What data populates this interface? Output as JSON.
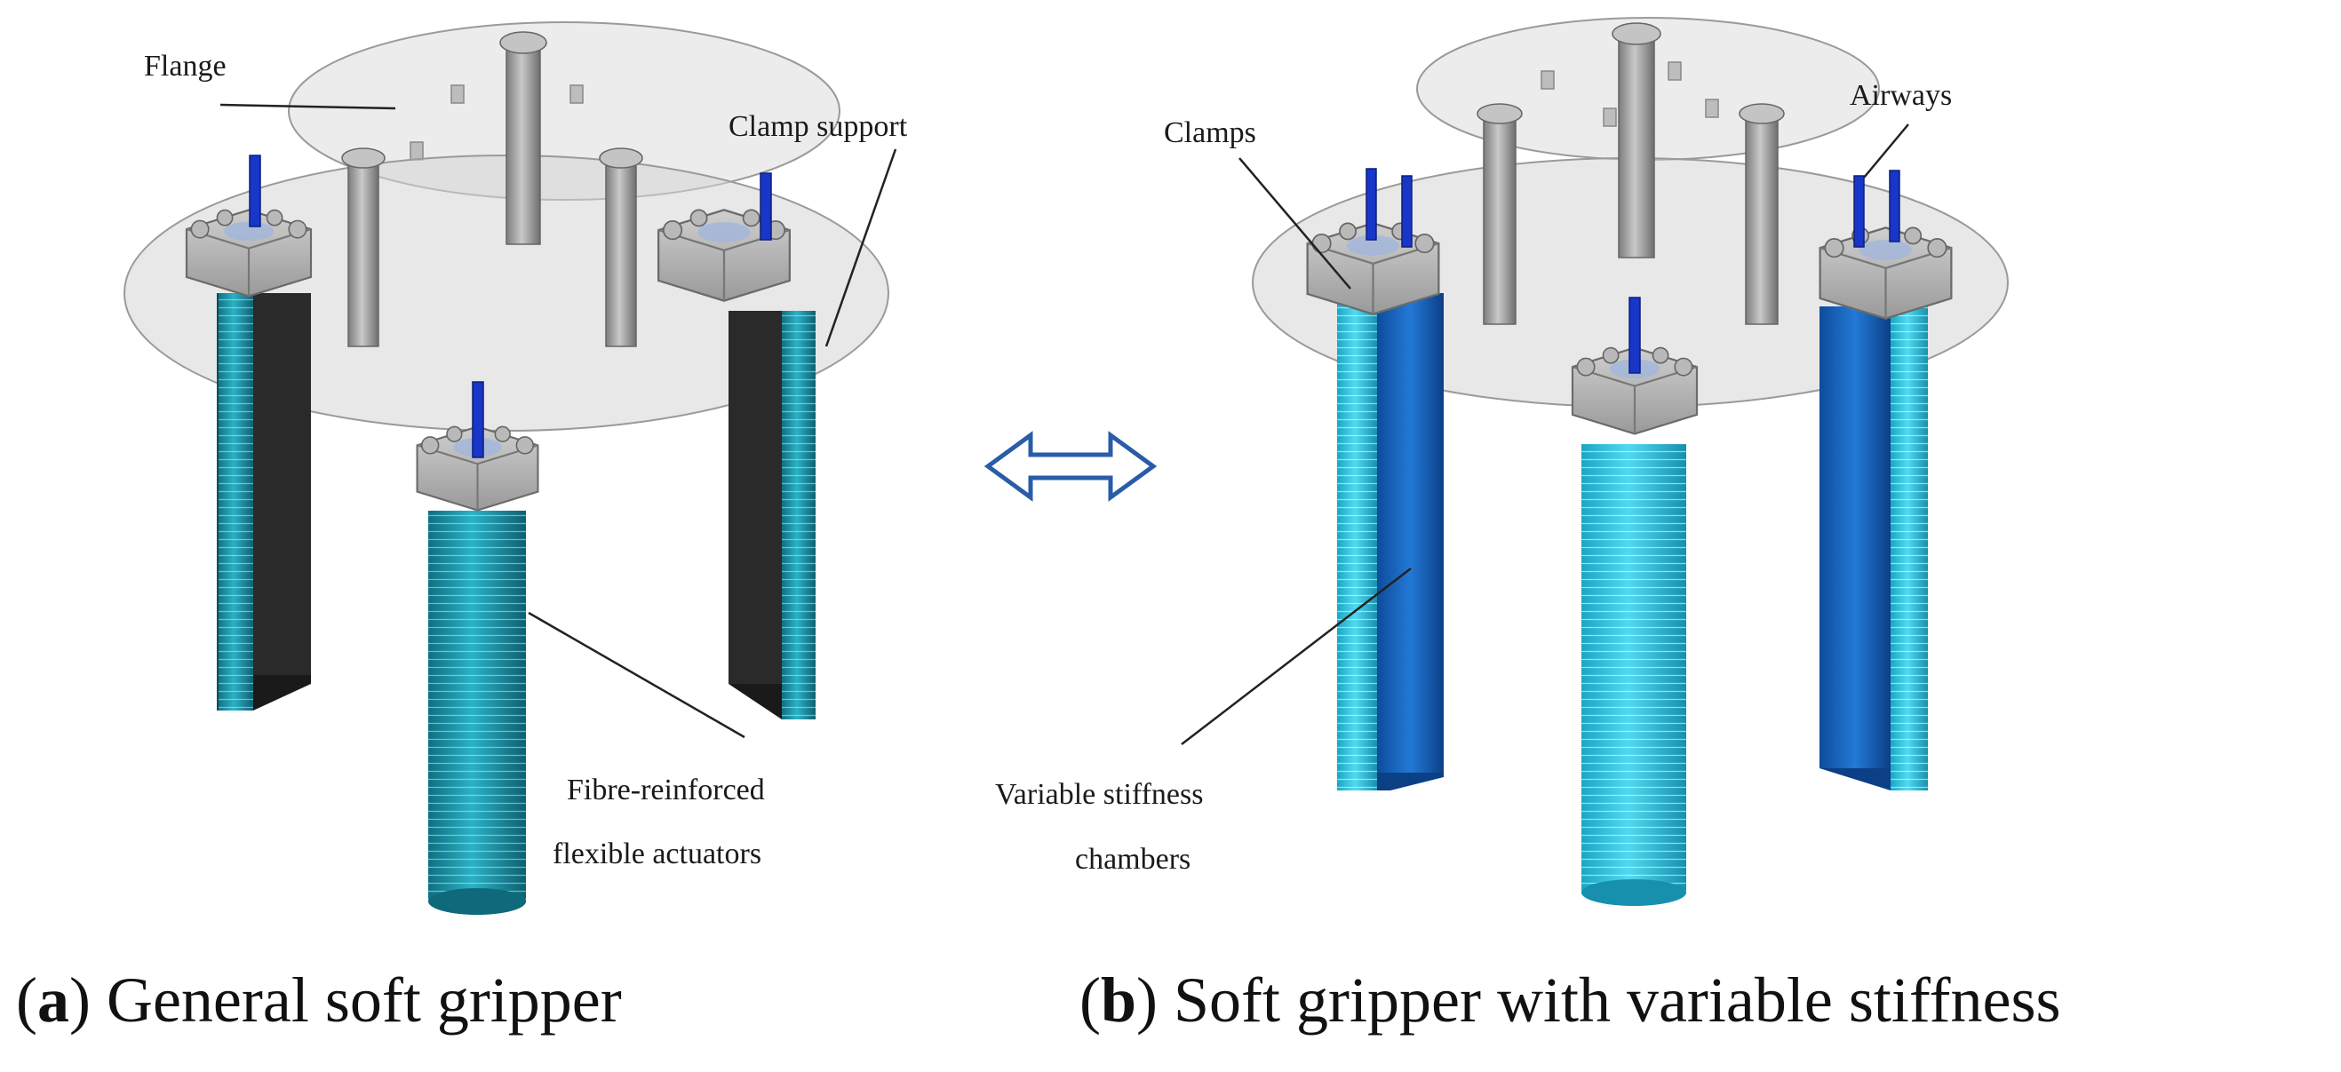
{
  "panel_a": {
    "labels": {
      "flange": "Flange",
      "clamp_support": "Clamp support",
      "actuators_line1": "Fibre-reinforced",
      "actuators_line2": "flexible actuators"
    },
    "caption": {
      "open": "(",
      "letter": "a",
      "close": ")",
      "text": " General soft gripper"
    }
  },
  "panel_b": {
    "labels": {
      "clamps": "Clamps",
      "airways": "Airways",
      "chambers_line1": "Variable stiffness",
      "chambers_line2": "chambers"
    },
    "caption": {
      "open": "(",
      "letter": "b",
      "close": ")",
      "text": " Soft gripper with variable stiffness"
    }
  },
  "colors": {
    "actuator_cyan": "#1fa3b8",
    "actuator_cyan_b": "#27c3e0",
    "chamber_blue": "#1565c0",
    "strip_dark": "#2a2a2a",
    "metal_gray": "#a8a8a8",
    "airway_blue": "#1836c8",
    "plate": "#d9d9d9",
    "arrow": "#2a5ca8"
  },
  "icons": {
    "transition": "double-arrow-icon"
  }
}
